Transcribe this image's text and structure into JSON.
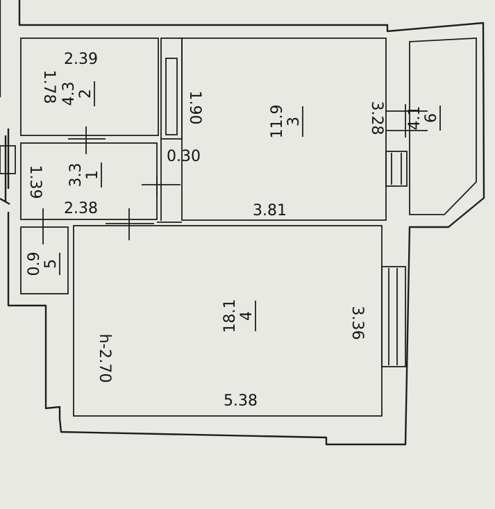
{
  "rooms": {
    "room1": {
      "num": "1",
      "area": "3.3"
    },
    "room2": {
      "num": "2",
      "area": "4.3"
    },
    "room3": {
      "num": "3",
      "area": "11.9"
    },
    "room4": {
      "num": "4",
      "area": "18.1"
    },
    "room5": {
      "num": "5",
      "area": "0.9"
    },
    "room6": {
      "num": "6",
      "area": "4.1"
    }
  },
  "dims": {
    "d239": "2.39",
    "d178": "1.78",
    "d190": "1.90",
    "d030": "0.30",
    "d328": "3.28",
    "d381": "3.81",
    "d139": "1.39",
    "d238": "2.38",
    "d336": "3.36",
    "d538": "5.38",
    "height": "h-2.70"
  }
}
